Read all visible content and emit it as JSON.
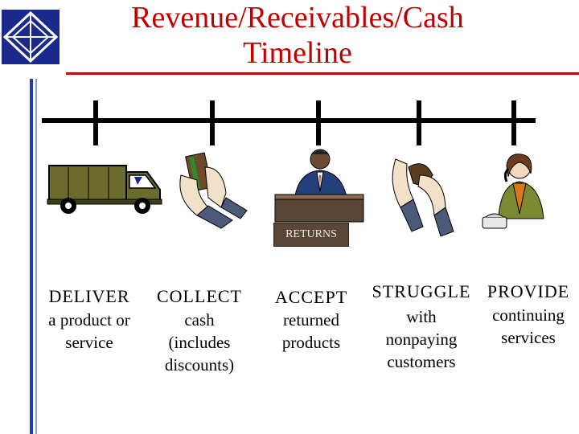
{
  "title": {
    "line1": "Revenue/Receivables/Cash",
    "line2": "Timeline"
  },
  "colors": {
    "title": "#c00000",
    "rule": "#cc0000",
    "sidebar": "#1f3fae",
    "logo": "#1a2a8c"
  },
  "icons": [
    "diamond-logo-icon",
    "delivery-van-icon",
    "hands-cash-icon",
    "businessman-desk-icon",
    "empty-wallet-icon",
    "phone-woman-icon"
  ],
  "returns_label": "RETURNS",
  "steps": [
    {
      "caption": "DELIVER",
      "lines": [
        "a product or",
        "service"
      ]
    },
    {
      "caption": "COLLECT",
      "lines": [
        "cash",
        "(includes",
        "discounts)"
      ]
    },
    {
      "caption": "ACCEPT",
      "lines": [
        "returned",
        "products"
      ]
    },
    {
      "caption": "STRUGGLE",
      "lines": [
        "with",
        "nonpaying",
        "customers"
      ]
    },
    {
      "caption": "PROVIDE",
      "lines": [
        "continuing",
        "services"
      ]
    }
  ]
}
